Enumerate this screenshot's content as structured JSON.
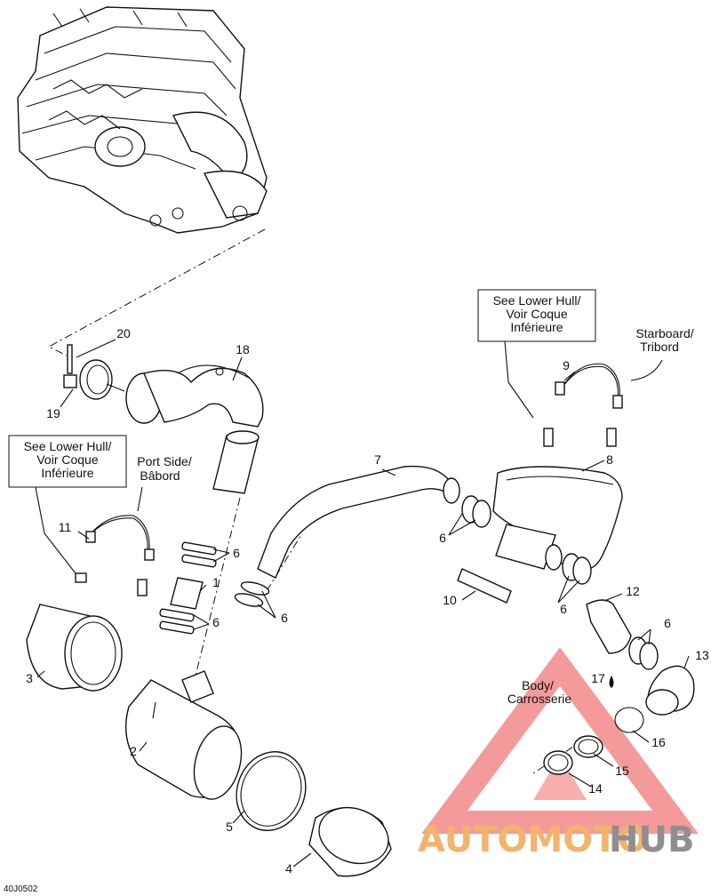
{
  "diagram": {
    "figure_code": "40J0502",
    "boxes": [
      {
        "id": "lower_hull_right",
        "lines": [
          "See Lower Hull/",
          "Voir Coque",
          "Inférieure"
        ]
      },
      {
        "id": "lower_hull_left",
        "lines": [
          "See Lower Hull/",
          "Voir Coque",
          "Inférieure"
        ]
      }
    ],
    "side_labels": {
      "starboard": [
        "Starboard/",
        "Tribord"
      ],
      "port": [
        "Port Side/",
        "Bâbord"
      ],
      "body": [
        "Body/",
        "Carrosserie"
      ]
    },
    "callouts": [
      "20",
      "18",
      "19",
      "9",
      "8",
      "7",
      "11",
      "6",
      "6",
      "6",
      "6",
      "6",
      "6",
      "1",
      "10",
      "12",
      "13",
      "3",
      "17",
      "2",
      "16",
      "15",
      "14",
      "5",
      "4"
    ]
  },
  "watermark": {
    "part1": "AUTOMOTO",
    "part2": "HUB",
    "color_triangle": "#f0787a",
    "color_text1": "#f2b36b",
    "color_text2": "#8f8f8f"
  }
}
